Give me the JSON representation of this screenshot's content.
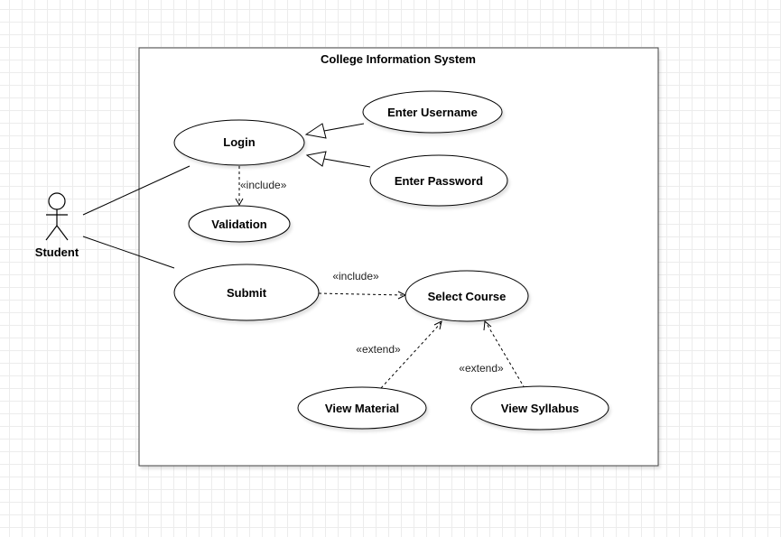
{
  "system": {
    "title": "College Information System"
  },
  "actor": {
    "name": "Student"
  },
  "use_cases": {
    "login": "Login",
    "enter_username": "Enter Username",
    "enter_password": "Enter Password",
    "validation": "Validation",
    "submit": "Submit",
    "select_course": "Select Course",
    "view_material": "View Material",
    "view_syllabus": "View Syllabus"
  },
  "relations": {
    "login_validation": "«include»",
    "submit_select_course": "«include»",
    "view_material_extend": "«extend»",
    "view_syllabus_extend": "«extend»"
  }
}
